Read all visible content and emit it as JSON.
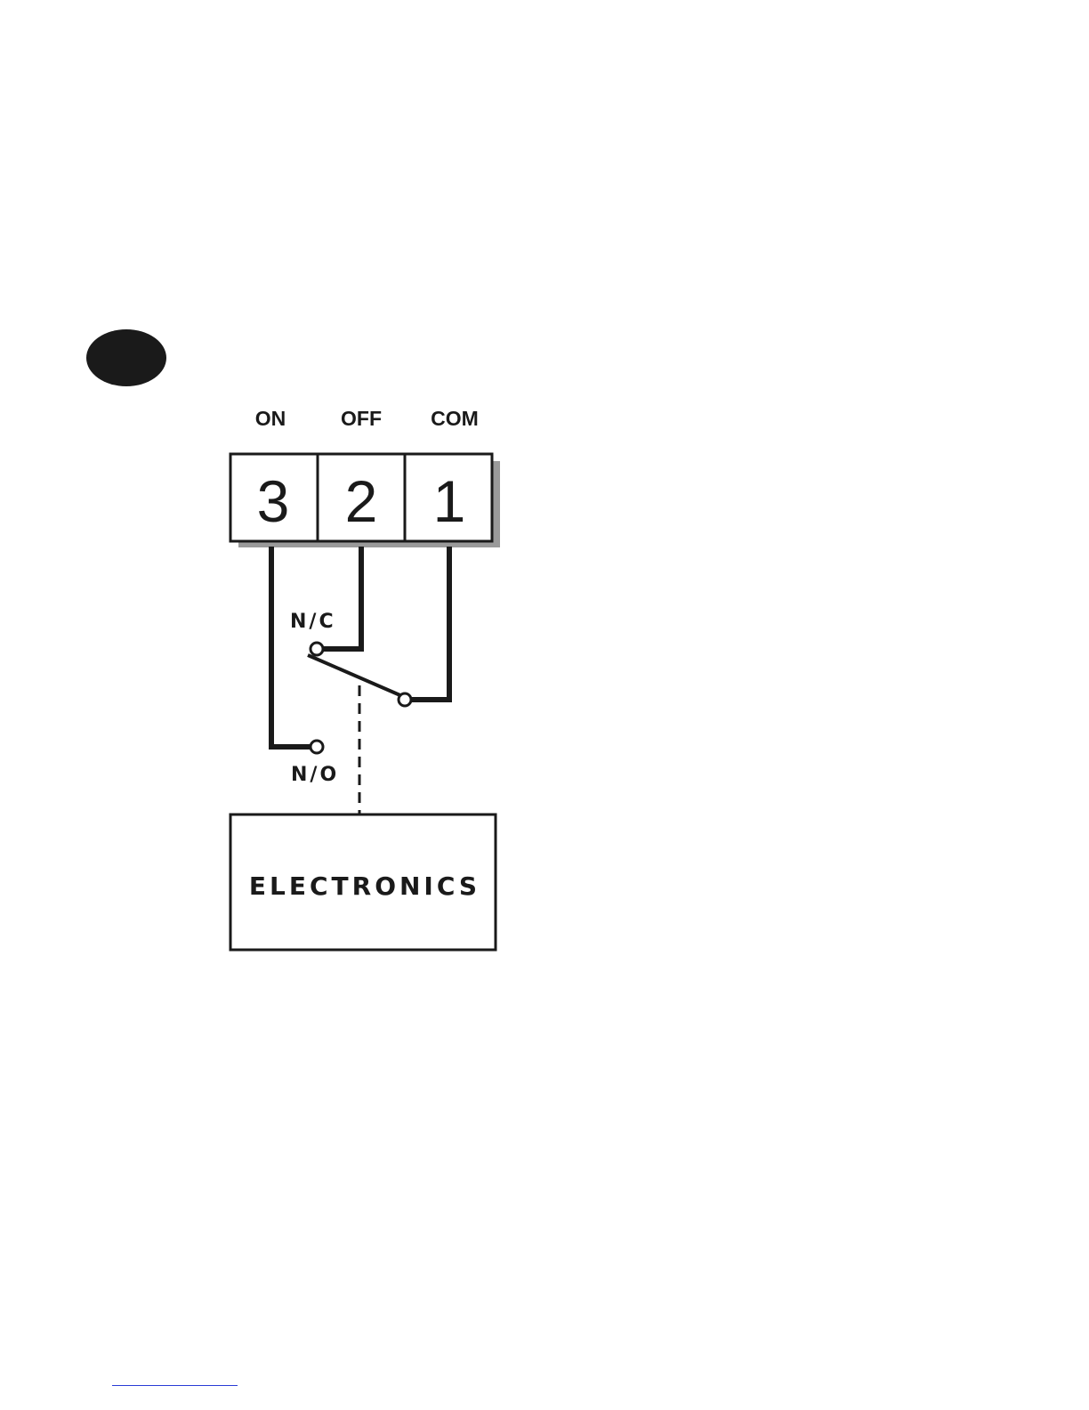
{
  "terminals": [
    {
      "label": "ON",
      "number": "3"
    },
    {
      "label": "OFF",
      "number": "2"
    },
    {
      "label": "COM",
      "number": "1"
    }
  ],
  "contacts": {
    "normally_closed": "N/C",
    "normally_open": "N/O"
  },
  "electronics_box": {
    "label": "ELECTRONICS"
  },
  "colors": {
    "ink": "#1a1a1a",
    "shadow": "#9a9a9a",
    "footer_rule": "#2a3bd6"
  }
}
